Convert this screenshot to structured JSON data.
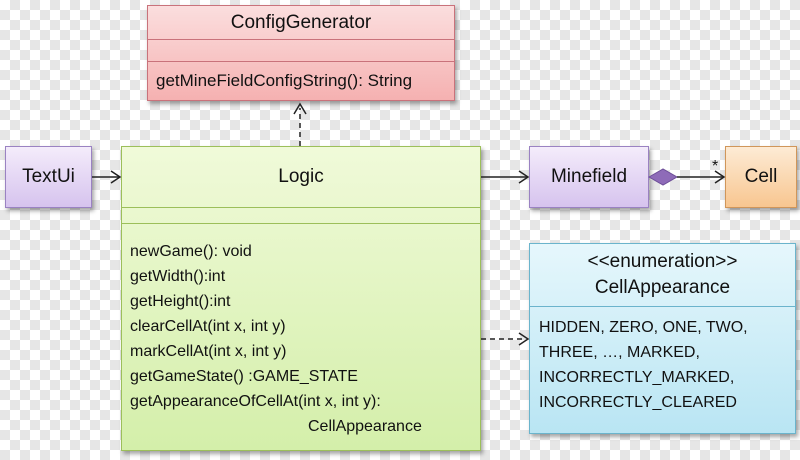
{
  "config_generator": {
    "name": "ConfigGenerator",
    "methods": [
      "getMineFieldConfigString(): String"
    ]
  },
  "logic": {
    "name": "Logic",
    "methods": [
      "newGame(): void",
      "getWidth():int",
      "getHeight():int",
      "clearCellAt(int x, int y)",
      "markCellAt(int x, int y)",
      "getGameState() :GAME_STATE",
      "getAppearanceOfCellAt(int x, int y):",
      "CellAppearance"
    ]
  },
  "text_ui": {
    "name": "TextUi"
  },
  "minefield": {
    "name": "Minefield"
  },
  "cell": {
    "name": "Cell",
    "multiplicity": "*"
  },
  "cell_appearance": {
    "stereotype": "<<enumeration>>",
    "name": "CellAppearance",
    "values": [
      "HIDDEN, ZERO, ONE, TWO,",
      "THREE, …, MARKED,",
      "INCORRECTLY_MARKED,",
      "INCORRECTLY_CLEARED"
    ]
  },
  "colors": {
    "config_fill": "#f5b1b1",
    "logic_fill": "#d4efaa",
    "class_purple_fill": "#d6c3ee",
    "cell_fill": "#f8c690",
    "enum_fill": "#b9e5f3",
    "composition_diamond": "#8e6bb8"
  }
}
